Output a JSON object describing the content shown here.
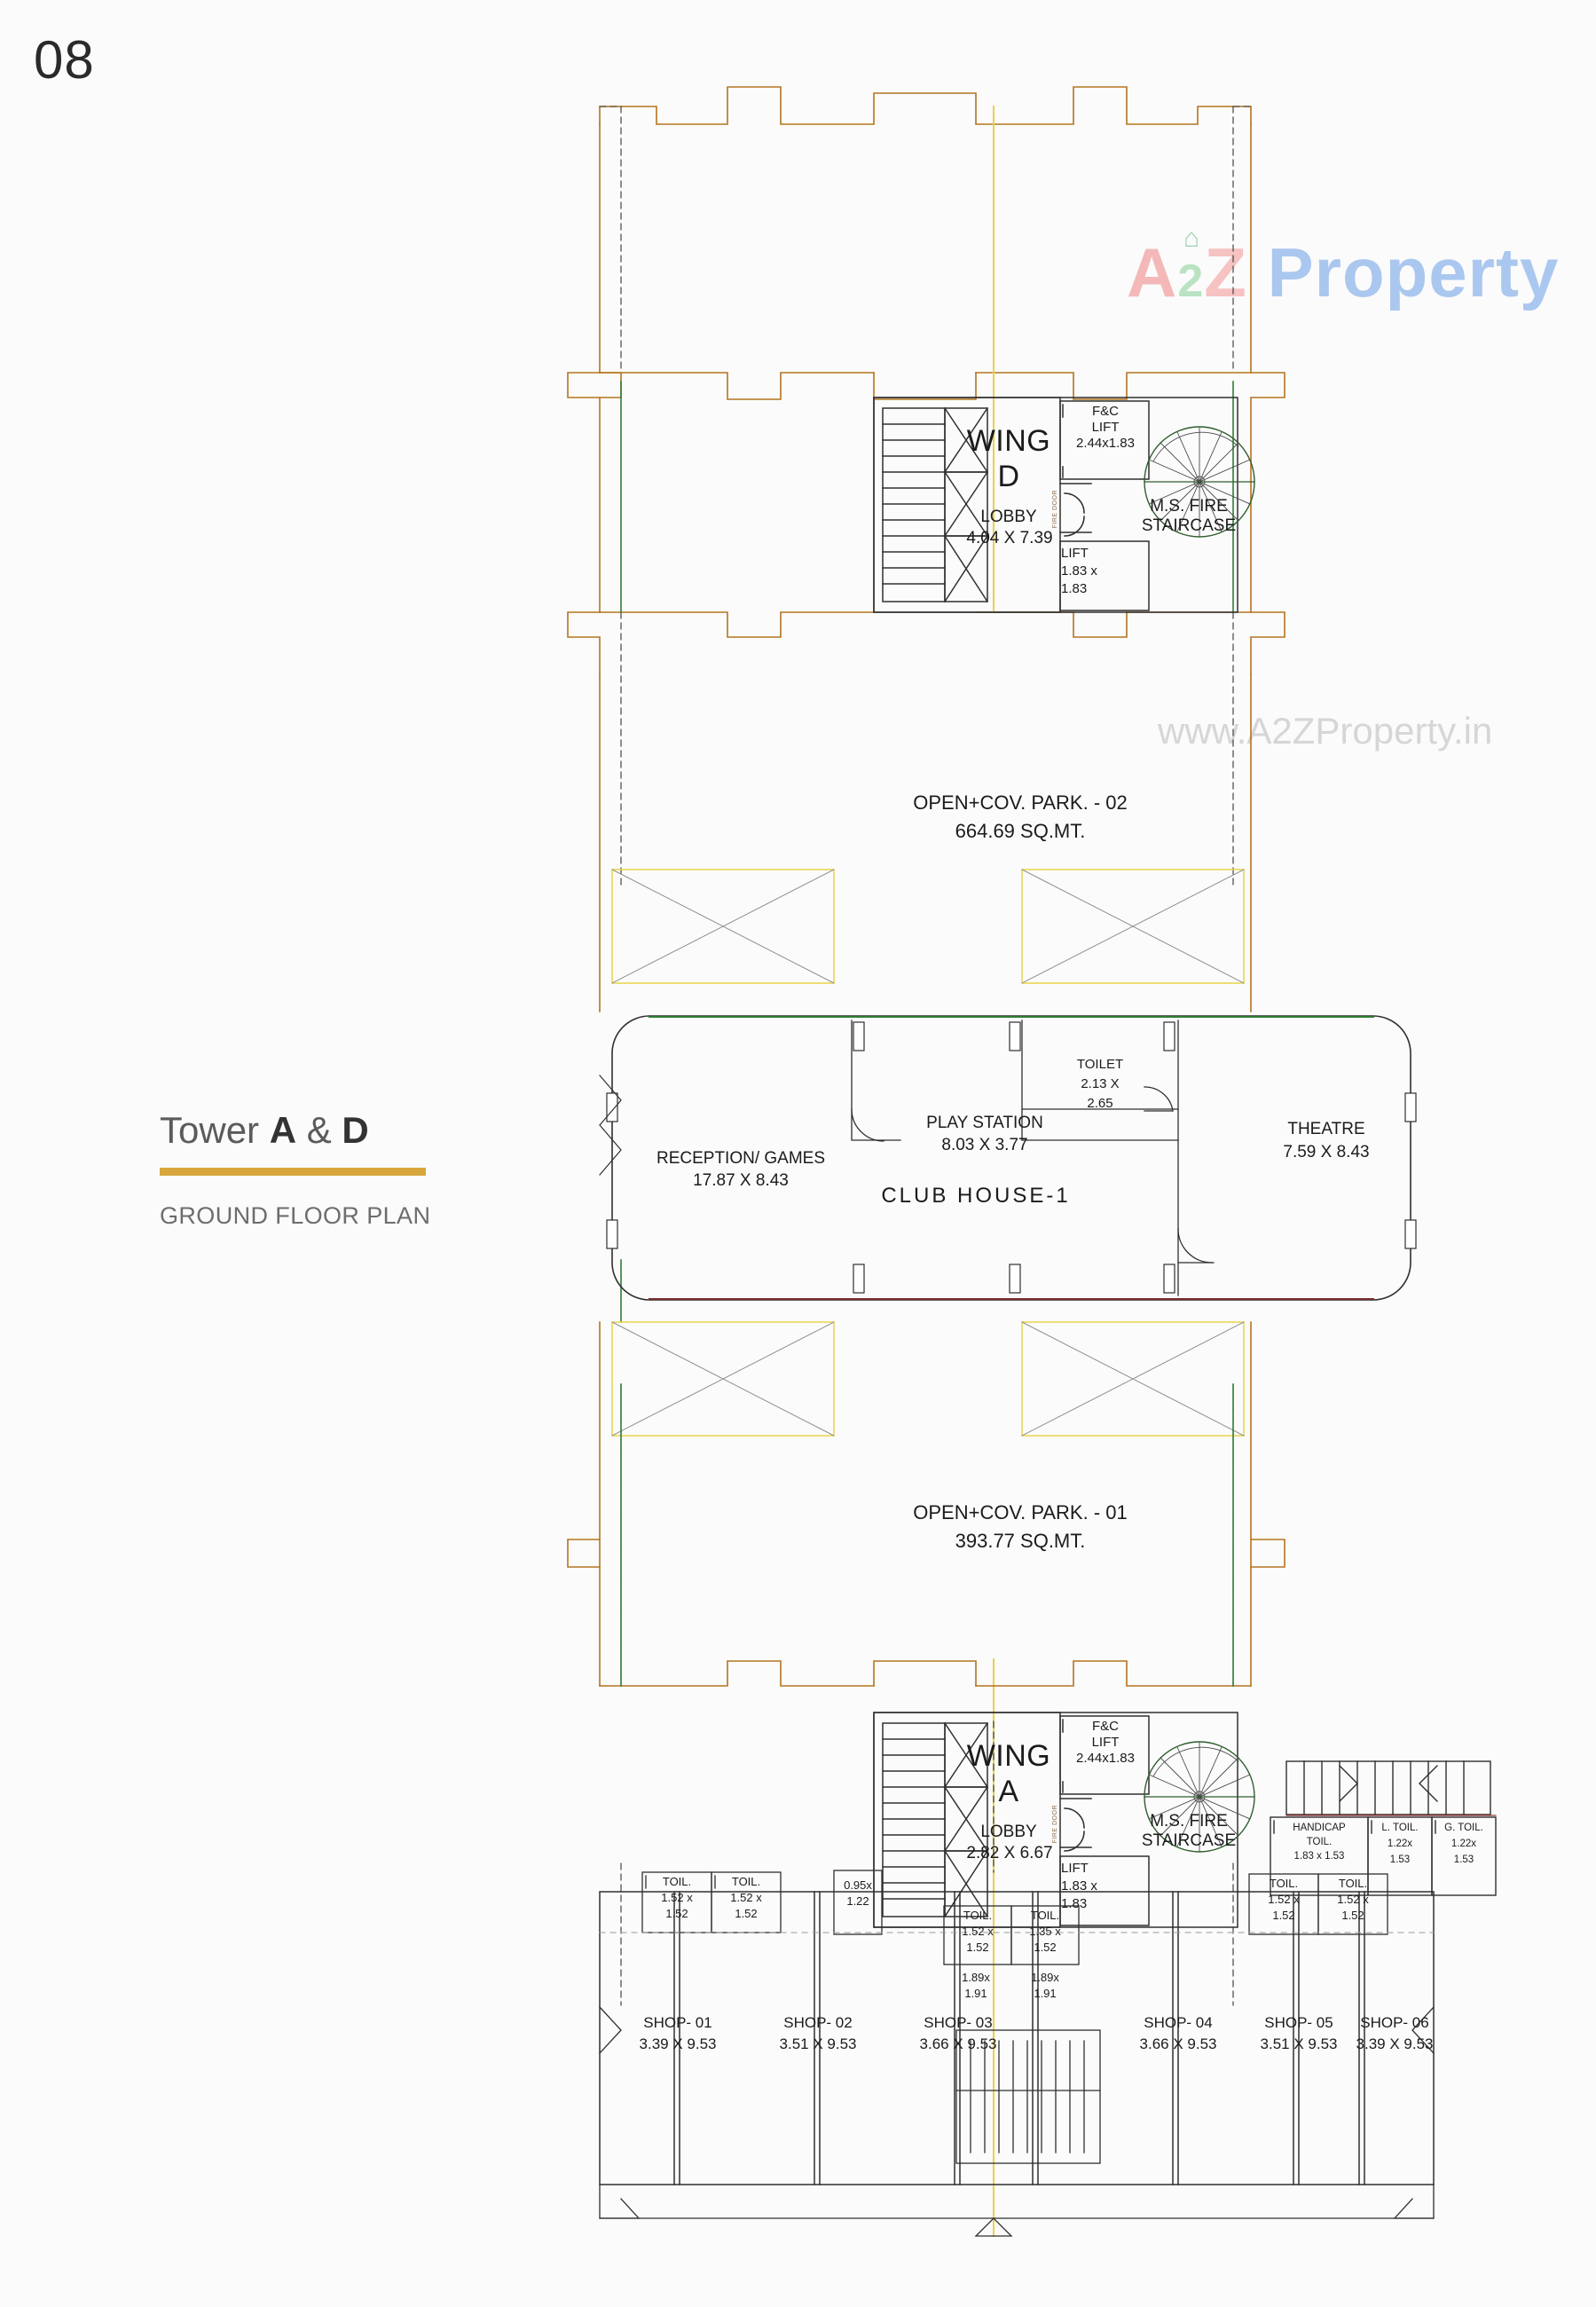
{
  "page": {
    "number": "08"
  },
  "title": {
    "prefix": "Tower ",
    "wing_a": "A",
    "amp": " & ",
    "wing_d": "D",
    "subtitle": "GROUND FLOOR PLAN",
    "accent_color": "#d7a63c"
  },
  "watermark": {
    "logo_a": "A",
    "logo_2": "2",
    "logo_z": "Z",
    "logo_word": "Property",
    "url": "www.A2ZProperty.in"
  },
  "wing_d": {
    "name_line1": "WING",
    "name_line2": "D",
    "lobby_label": "LOBBY",
    "lobby_dim": "4.04 X 7.39",
    "fc_lift_line1": "F&C",
    "fc_lift_line2": "LIFT",
    "fc_lift_dim": "2.44x1.83",
    "lift_label": "LIFT",
    "lift_dim_line1": "1.83 x",
    "lift_dim_line2": "1.83",
    "staircase_line1": "M.S. FIRE",
    "staircase_line2": "STAIRCASE",
    "fire_door_note": "FIRE DOOR"
  },
  "wing_a": {
    "name_line1": "WING",
    "name_line2": "A",
    "lobby_label": "LOBBY",
    "lobby_dim": "2.82 X 6.67",
    "fc_lift_line1": "F&C",
    "fc_lift_line2": "LIFT",
    "fc_lift_dim": "2.44x1.83",
    "lift_label": "LIFT",
    "lift_dim_line1": "1.83 x",
    "lift_dim_line2": "1.83",
    "staircase_line1": "M.S. FIRE",
    "staircase_line2": "STAIRCASE",
    "fire_door_note": "FIRE DOOR"
  },
  "parking": [
    {
      "name": "OPEN+COV. PARK. - 02",
      "area": "664.69 SQ.MT."
    },
    {
      "name": "OPEN+COV. PARK. - 01",
      "area": "393.77 SQ.MT."
    }
  ],
  "club_house": {
    "title": "CLUB HOUSE-1",
    "rooms": [
      {
        "name": "RECEPTION/ GAMES",
        "dim": "17.87 X 8.43"
      },
      {
        "name": "PLAY STATION",
        "dim": "8.03 X 3.77"
      },
      {
        "name": "TOILET",
        "dim_line1": "2.13 X",
        "dim_line2": "2.65"
      },
      {
        "name": "THEATRE",
        "dim": "7.59 X 8.43"
      }
    ]
  },
  "shops": [
    {
      "name": "SHOP- 01",
      "dim": "3.39 X 9.53"
    },
    {
      "name": "SHOP- 02",
      "dim": "3.51 X 9.53"
    },
    {
      "name": "SHOP- 03",
      "dim": "3.66 X 9.53"
    },
    {
      "name": "SHOP- 04",
      "dim": "3.66 X 9.53"
    },
    {
      "name": "SHOP- 05",
      "dim": "3.51 X 9.53"
    },
    {
      "name": "SHOP- 06",
      "dim": "3.39 X 9.53"
    }
  ],
  "toilets": {
    "left_pair": [
      {
        "label": "TOIL.",
        "dim_line1": "1.52 x",
        "dim_line2": "1.52"
      },
      {
        "label": "TOIL.",
        "dim_line1": "1.52 x",
        "dim_line2": "1.52"
      }
    ],
    "mid_pair": [
      {
        "label": "TOIL.",
        "dim_line1": "1.52 x",
        "dim_line2": "1.52"
      },
      {
        "label": "TOIL.",
        "dim_line1": "1.35 x",
        "dim_line2": "1.52"
      }
    ],
    "right_pair": [
      {
        "label": "TOIL.",
        "dim_line1": "1.52 x",
        "dim_line2": "1.52"
      },
      {
        "label": "TOIL.",
        "dim_line1": "1.52 x",
        "dim_line2": "1.52"
      }
    ],
    "handicap": {
      "label_line1": "HANDICAP",
      "label_line2": "TOIL.",
      "dim": "1.83 x 1.53"
    },
    "ladies": {
      "label": "L. TOIL.",
      "dim_line1": "1.22x",
      "dim_line2": "1.53"
    },
    "gents": {
      "label": "G. TOIL.",
      "dim_line1": "1.22x",
      "dim_line2": "1.53"
    },
    "duct": {
      "dim_line1": "0.95x",
      "dim_line2": "1.22"
    },
    "stair_dims": [
      {
        "dim_line1": "1.89x",
        "dim_line2": "1.91"
      },
      {
        "dim_line1": "1.89x",
        "dim_line2": "1.91"
      }
    ]
  },
  "colors": {
    "wall": "#b5741f",
    "outline": "#2f2f2f",
    "green": "#2f7d32",
    "yellow": "#e8d44a",
    "maroon": "#7a2b2b",
    "gray": "#8f8f8f"
  }
}
